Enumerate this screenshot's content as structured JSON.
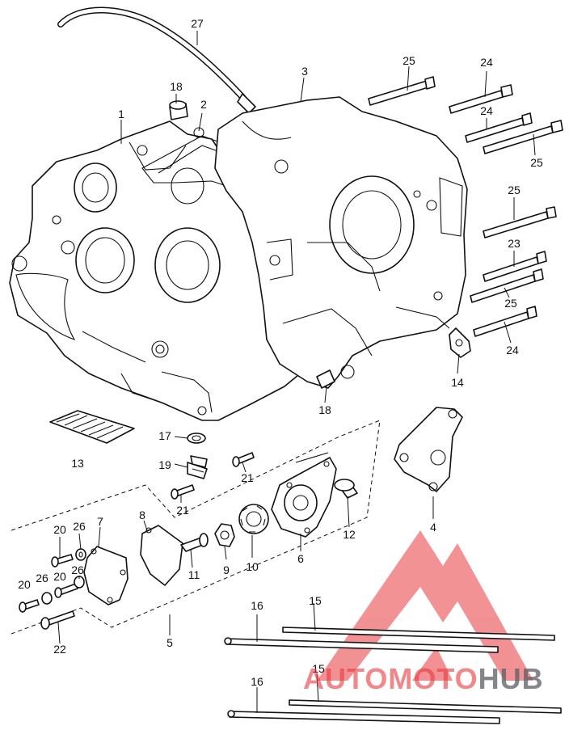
{
  "callouts": {
    "c1": "1",
    "c2": "2",
    "c3": "3",
    "c4": "4",
    "c5": "5",
    "c6": "6",
    "c7": "7",
    "c8": "8",
    "c9": "9",
    "c10": "10",
    "c11": "11",
    "c12": "12",
    "c13": "13",
    "c14": "14",
    "c15a": "15",
    "c15b": "15",
    "c16a": "16",
    "c16b": "16",
    "c17": "17",
    "c18a": "18",
    "c18b": "18",
    "c19": "19",
    "c20a": "20",
    "c20b": "20",
    "c20c": "20",
    "c21a": "21",
    "c21b": "21",
    "c22": "22",
    "c23": "23",
    "c24a": "24",
    "c24b": "24",
    "c24c": "24",
    "c25a": "25",
    "c25b": "25",
    "c25c": "25",
    "c25d": "25",
    "c26a": "26",
    "c26b": "26",
    "c26c": "26",
    "c27": "27"
  },
  "watermark": {
    "part1": "AUTOMOTO",
    "part2": "HUB"
  },
  "colors": {
    "line": "#111111",
    "watermark_red": "#e8383d",
    "watermark_gray": "#5a5f66"
  }
}
